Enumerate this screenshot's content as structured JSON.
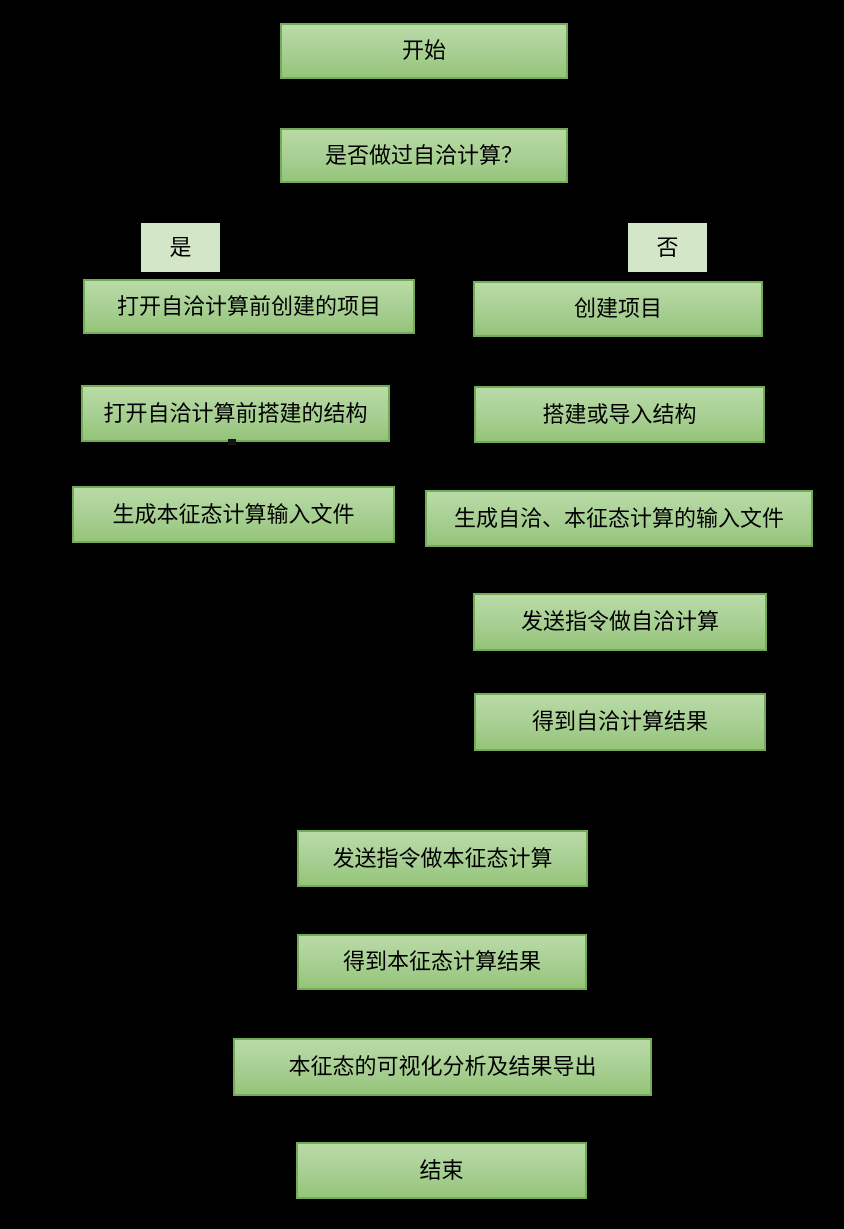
{
  "flowchart": {
    "background_color": "#000000",
    "node_style": {
      "fill_top": "#b9dba6",
      "fill_bottom": "#95c47a",
      "border_color": "#74ab55",
      "text_color": "#000000"
    },
    "branch_label_style": {
      "fill": "#d3e6c7",
      "text_color": "#000000"
    },
    "nodes": [
      {
        "id": "start",
        "label": "开始"
      },
      {
        "id": "decision-scf-done",
        "label": "是否做过自洽计算？"
      },
      {
        "id": "open-project",
        "label": "打开自洽计算前创建的项目"
      },
      {
        "id": "create-project",
        "label": "创建项目"
      },
      {
        "id": "open-structure",
        "label": "打开自洽计算前搭建的结构"
      },
      {
        "id": "build-import-structure",
        "label": "搭建或导入结构"
      },
      {
        "id": "generate-eigen-input",
        "label": "生成本征态计算输入文件"
      },
      {
        "id": "generate-scf-eigen-input",
        "label": "生成自洽、本征态计算的输入文件"
      },
      {
        "id": "send-scf-command",
        "label": "发送指令做自洽计算"
      },
      {
        "id": "scf-result",
        "label": "得到自洽计算结果"
      },
      {
        "id": "send-eigen-command",
        "label": "发送指令做本征态计算"
      },
      {
        "id": "eigen-result",
        "label": "得到本征态计算结果"
      },
      {
        "id": "visualization-export",
        "label": "本征态的可视化分析及结果导出"
      },
      {
        "id": "end",
        "label": "结束"
      }
    ],
    "branch_labels": [
      {
        "id": "yes",
        "label": "是"
      },
      {
        "id": "no",
        "label": "否"
      }
    ]
  }
}
